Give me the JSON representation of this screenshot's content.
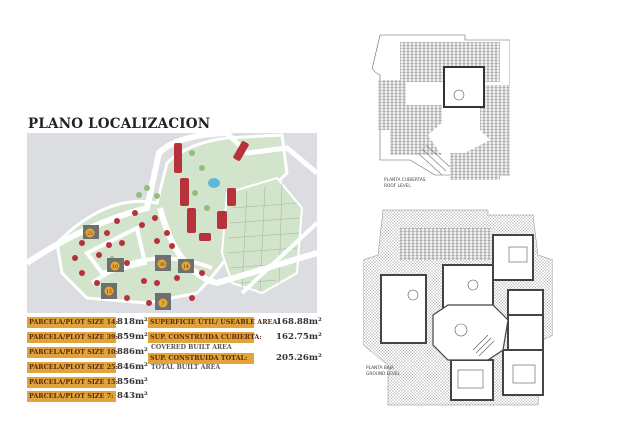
{
  "title": "PLANO LOCALIZACION",
  "plots": [
    {
      "label": "PARCELA/PLOT SIZE 14:",
      "value": "818m²",
      "number": "14"
    },
    {
      "label": "PARCELA/PLOT SIZE 39:",
      "value": "859m²",
      "number": "39"
    },
    {
      "label": "PARCELA/PLOT SIZE 10:",
      "value": "886m²",
      "number": "10"
    },
    {
      "label": "PARCELA/PLOT SIZE 25:",
      "value": "846m²",
      "number": "25"
    },
    {
      "label": "PARCELA/PLOT SIZE 15:",
      "value": "856m²",
      "number": "15"
    },
    {
      "label": "PARCELA/PLOT SIZE 7:",
      "value": "843m²",
      "number": "7"
    }
  ],
  "areas": [
    {
      "label": "SUPERFICIE ÚTIL/ USEABLE AREA:",
      "sublabel": "",
      "value": "168.88m²"
    },
    {
      "label": "SUP. CONSTRUIDA CUBIERTA:",
      "sublabel": "COVERED BUILT AREA",
      "value": "162.75m²"
    },
    {
      "label": "SUP. CONSTRUIDA TOTAL:",
      "sublabel": "TOTAL BUILT AREA",
      "value": "205.26m²"
    }
  ],
  "roof_plan": {
    "caption_es": "PLANTA CUBIERTAS",
    "caption_en": "ROOF LEVEL"
  },
  "ground_plan": {
    "caption_es": "PLANTA BAJA",
    "caption_en": "GROUND LEVEL"
  },
  "colors": {
    "label_bg": "#e2a43a",
    "plot_marker": "#e8a830",
    "house": "#b8323c",
    "green": "#d3e4cc",
    "road": "#ffffff"
  }
}
